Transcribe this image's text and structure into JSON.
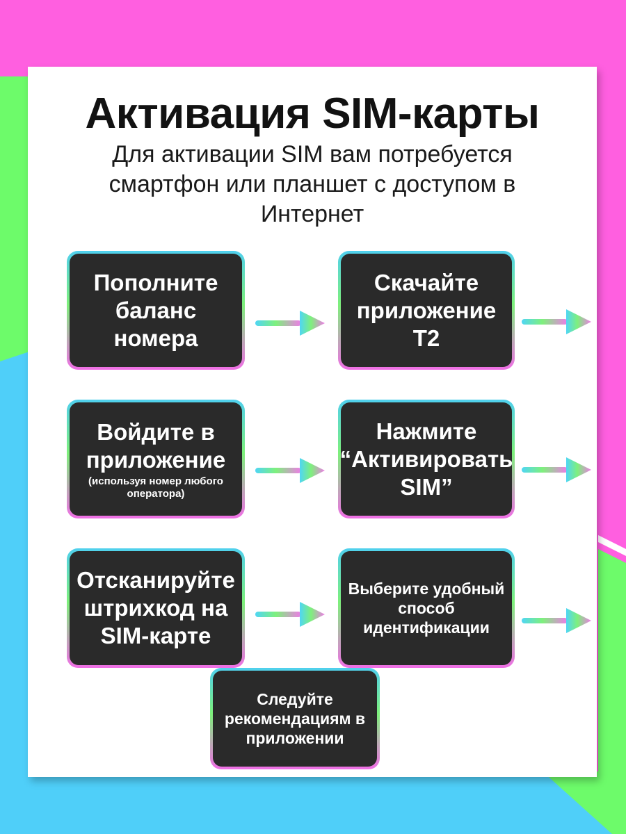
{
  "header": {
    "title": "Активация SIM-карты",
    "subtitle": "Для активации SIM вам потребуется смартфон или планшет с доступом в Интернет"
  },
  "steps": [
    {
      "text": "Пополните баланс номера"
    },
    {
      "text": "Скачайте приложение Т2"
    },
    {
      "text": "Войдите в приложение",
      "note": "(используя номер любого оператора)"
    },
    {
      "text": "Нажмите “Активировать SIM”"
    },
    {
      "text": "Отсканируйте штрихкод на SIM-карте"
    },
    {
      "text": "Выберите удобный способ идентификации"
    },
    {
      "text": "Следуйте рекомендациям в приложении"
    }
  ],
  "colors": {
    "pink": "#ff5fe0",
    "green": "#6dfb6a",
    "blue": "#4fcff9",
    "box": "#2a2a2a"
  }
}
